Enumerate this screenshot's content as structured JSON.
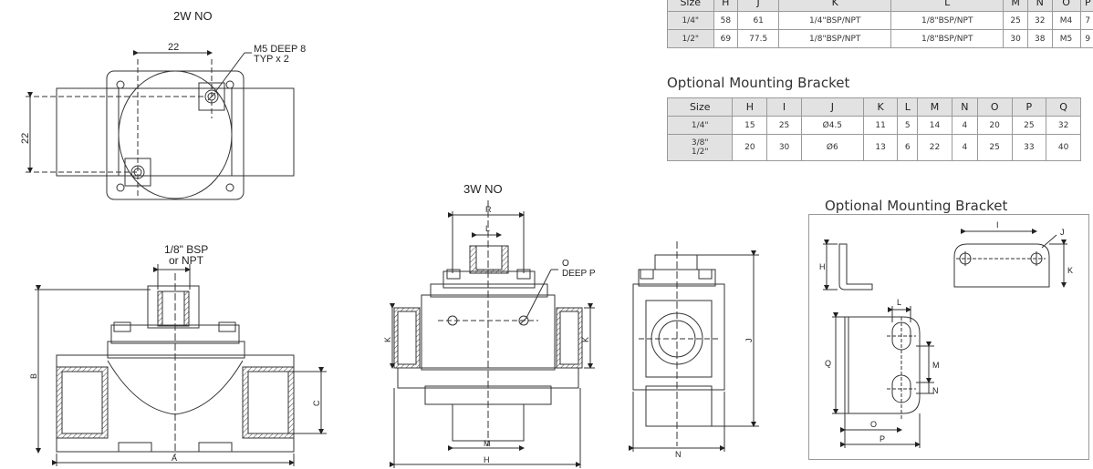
{
  "labels": {
    "view_2w_no": "2W NO",
    "view_3w_no": "3W NO",
    "bracket_title": "Optional Mounting Bracket",
    "table_bracket_title": "Optional Mounting Bracket",
    "dim_22_top": "22",
    "dim_22_side": "22",
    "m5_line1": "M5 DEEP 8",
    "m5_line2": "TYP x 2",
    "bsp_line1": "1/8\" BSP",
    "bsp_line2": "or NPT",
    "A": "A",
    "B": "B",
    "C": "C",
    "R": "R",
    "L_3w": "L",
    "O_line1": "O",
    "O_line2": "DEEP P",
    "K_left": "K",
    "K_right": "K",
    "M_3w": "M",
    "H_3w": "H",
    "J_side": "J",
    "N_side": "N",
    "br_H": "H",
    "br_I": "I",
    "br_J": "J",
    "br_K": "K",
    "br_L": "L",
    "br_M": "M",
    "br_N": "N",
    "br_O": "O",
    "br_P": "P",
    "br_Q": "Q"
  },
  "table1": {
    "headers": [
      "Size",
      "H",
      "J",
      "K",
      "L",
      "M",
      "N",
      "O",
      "P"
    ],
    "rows": [
      [
        "1/4\"",
        "58",
        "61",
        "1/4\"BSP/NPT",
        "1/8\"BSP/NPT",
        "25",
        "32",
        "M4",
        "7"
      ],
      [
        "1/2\"",
        "69",
        "77.5",
        "1/8\"BSP/NPT",
        "1/8\"BSP/NPT",
        "30",
        "38",
        "M5",
        "9"
      ]
    ]
  },
  "table2": {
    "headers": [
      "Size",
      "H",
      "I",
      "J",
      "K",
      "L",
      "M",
      "N",
      "O",
      "P",
      "Q"
    ],
    "rows": [
      [
        "1/4\"",
        "15",
        "25",
        "Ø4.5",
        "11",
        "5",
        "14",
        "4",
        "20",
        "25",
        "32"
      ],
      [
        "3/8\"",
        "20",
        "30",
        "Ø6",
        "13",
        "6",
        "22",
        "4",
        "25",
        "33",
        "40"
      ]
    ],
    "row2_size_line2": "1/2\""
  }
}
